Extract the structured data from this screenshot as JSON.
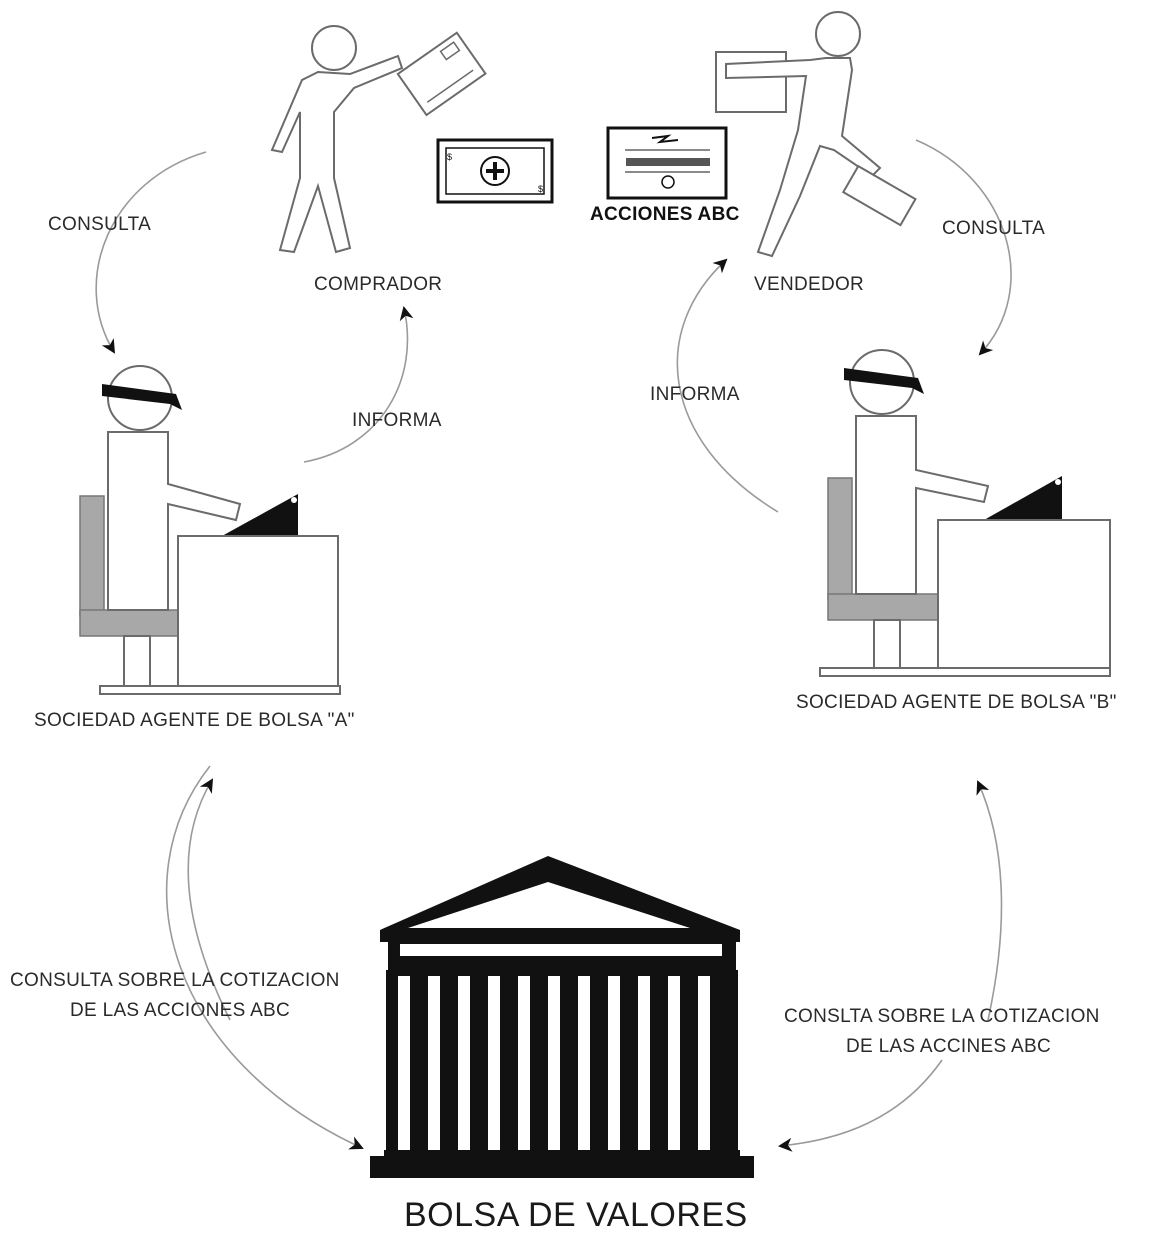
{
  "diagram": {
    "labels": {
      "consulta_left": "CONSULTA",
      "consulta_right": "CONSULTA",
      "comprador": "COMPRADOR",
      "vendedor": "VENDEDOR",
      "acciones_abc": "ACCIONES ABC",
      "informa_left": "INFORMA",
      "informa_right": "INFORMA",
      "sociedad_a": "SOCIEDAD AGENTE DE BOLSA \"A\"",
      "sociedad_b": "SOCIEDAD AGENTE DE BOLSA \"B\"",
      "consulta_cotizacion_left_1": "CONSULTA SOBRE LA COTIZACION",
      "consulta_cotizacion_left_2": "DE LAS ACCIONES ABC",
      "consulta_cotizacion_right_1": "CONSLTA SOBRE LA COTIZACION",
      "consulta_cotizacion_right_2": "DE LAS ACCINES ABC",
      "bolsa_de_valores": "BOLSA DE VALORES"
    },
    "icons": [
      "buyer-figure-icon",
      "seller-figure-icon",
      "money-bill-icon",
      "stock-certificate-icon",
      "broker-a-icon",
      "broker-b-icon",
      "stock-exchange-building-icon"
    ]
  }
}
